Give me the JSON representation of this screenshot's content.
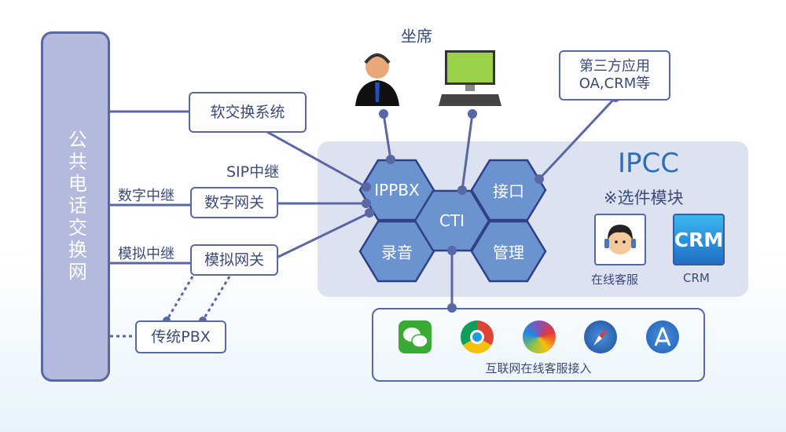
{
  "pstn": {
    "label": "公共电话交换网"
  },
  "seat": {
    "label": "坐席"
  },
  "third_party": {
    "line1": "第三方应用",
    "line2": "OA,CRM等"
  },
  "softswitch": {
    "label": "软交换系统"
  },
  "sip": {
    "label": "SIP中继"
  },
  "digital_trunk": {
    "label": "数字中继"
  },
  "digital_gateway": {
    "label": "数字网关"
  },
  "analog_trunk": {
    "label": "模拟中继"
  },
  "analog_gateway": {
    "label": "模拟网关"
  },
  "legacy_pbx": {
    "label": "传统PBX"
  },
  "ipcc": {
    "title": "IPCC",
    "subtitle": "※选件模块",
    "modules": [
      {
        "label": "在线客服"
      },
      {
        "label": "CRM",
        "icon_text": "CRM"
      }
    ]
  },
  "hexes": {
    "ippbx": "IPPBX",
    "cti": "CTI",
    "interface": "接口",
    "recording": "录音",
    "management": "管理"
  },
  "internet": {
    "label": "互联网在线客服接入",
    "icons": [
      "wechat-icon",
      "chrome-icon",
      "pinwheel-icon",
      "safari-icon",
      "app-store-icon"
    ]
  },
  "colors": {
    "line": "#5a67a6",
    "hex": "#6b93cf",
    "ipcc_bg": "#dde2f1"
  }
}
